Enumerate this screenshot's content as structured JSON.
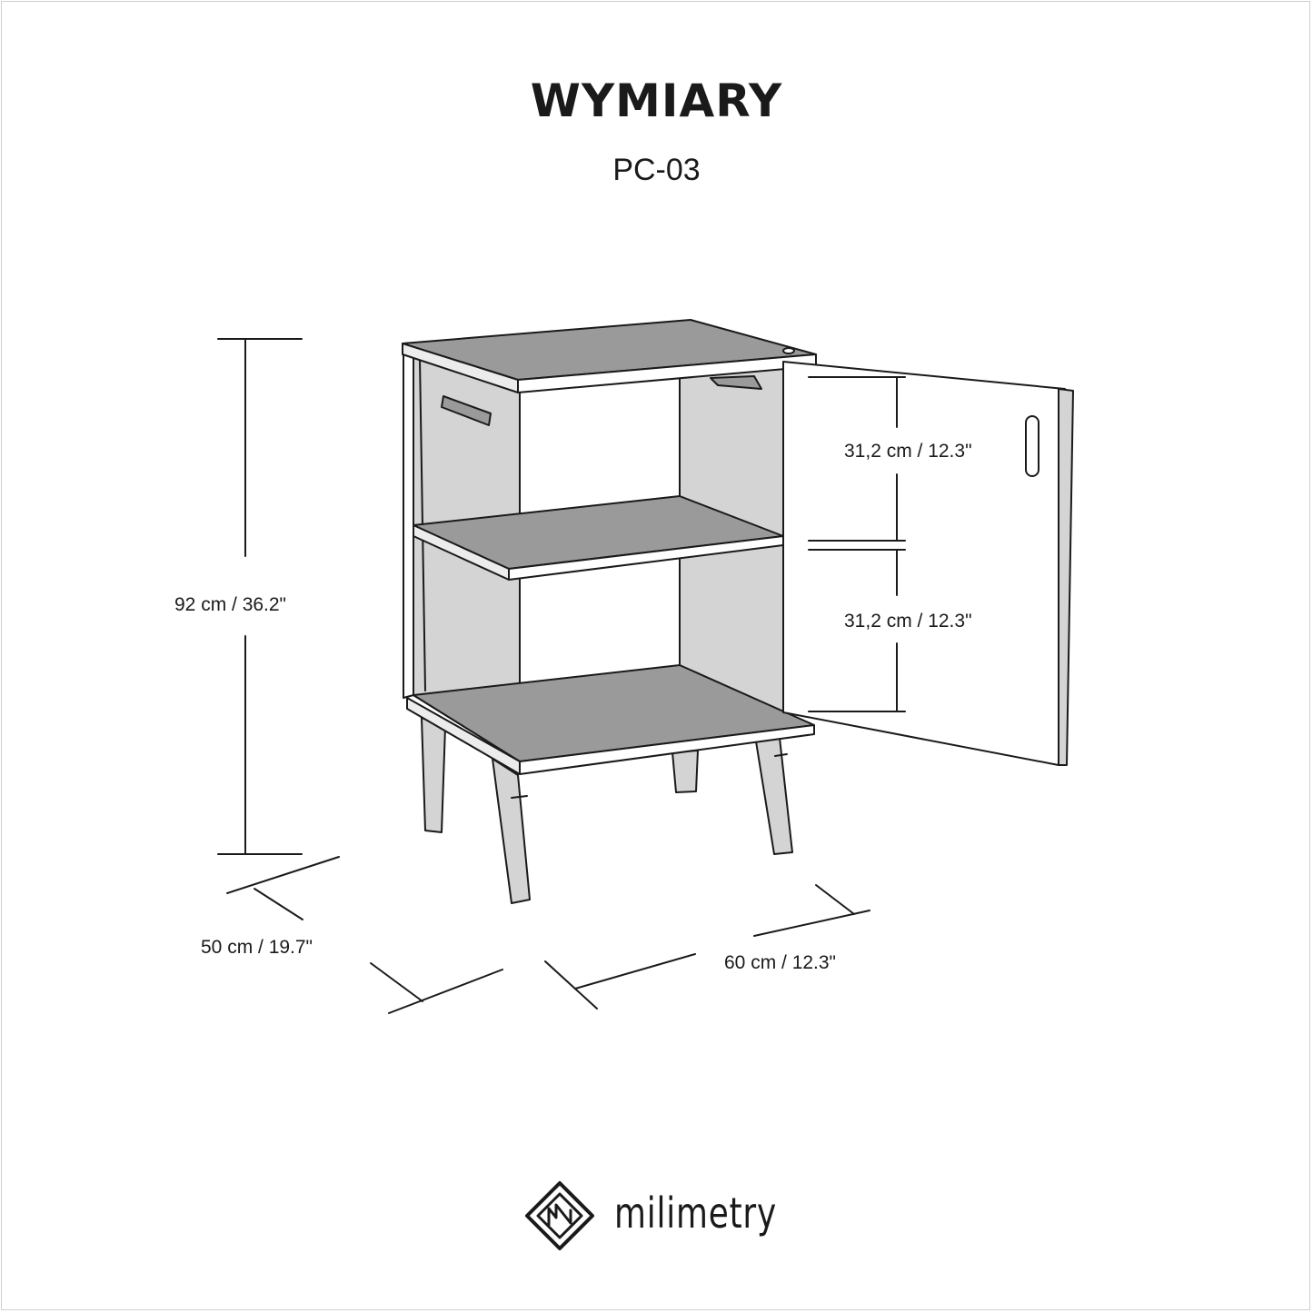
{
  "header": {
    "title": "WYMIARY",
    "subtitle": "PC-03"
  },
  "dimensions": {
    "height": "92 cm / 36.2\"",
    "depth": "50 cm / 19.7\"",
    "width": "60 cm / 12.3\"",
    "upper_compartment": "31,2 cm / 12.3\"",
    "lower_compartment": "31,2 cm / 12.3\""
  },
  "brand": {
    "name": "milimetry"
  },
  "colors": {
    "line": "#1a1a1a",
    "panel_dark": "#9a9a9a",
    "panel_light": "#d4d4d4",
    "edge": "#ececec",
    "background": "#ffffff"
  }
}
